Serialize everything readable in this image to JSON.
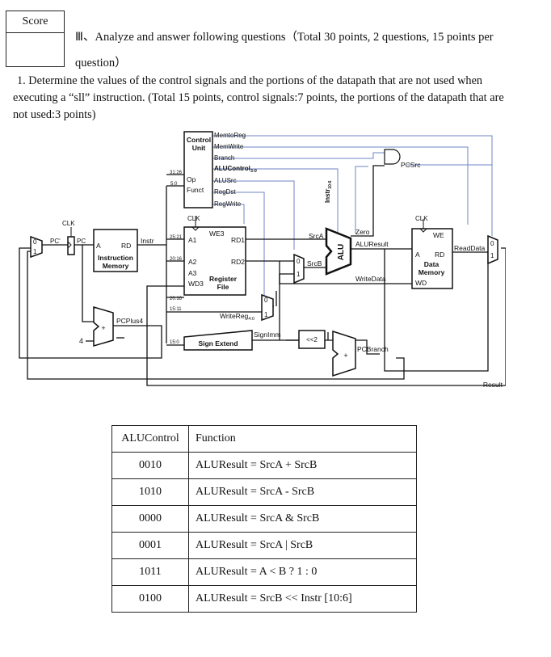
{
  "score": {
    "label": "Score"
  },
  "section": {
    "heading_line1": "Ⅲ、Analyze and answer following questions（Total 30 points, 2 questions, 15 points per",
    "heading_line2": "question）"
  },
  "question1": {
    "line1": "1. Determine the values of the control signals and the portions of the datapath that are not used when",
    "line2": "executing a “sll” instruction. (Total 15 points, control signals:7 points, the portions of the datapath that are",
    "line3": "not used:3 points)"
  },
  "diagram": {
    "control_unit": "Control",
    "control_unit2": "Unit",
    "op": "Op",
    "funct": "Funct",
    "sig_memtoreg": "MemtoReg",
    "sig_memwrite": "MemWrite",
    "sig_branch": "Branch",
    "sig_alucontrol": "ALUControl",
    "sig_alucontrol_sub": "3:0",
    "sig_alusrc": "ALUSrc",
    "sig_regdst": "RegDst",
    "sig_regwrite": "RegWrite",
    "bits_31_26": "31:26",
    "bits_5_0": "5:0",
    "bits_25_21": "25:21",
    "bits_20_16a": "20:16",
    "bits_20_16b": "20:16",
    "bits_15_11": "15:11",
    "bits_15_0": "15:0",
    "clk": "CLK",
    "pc_prime": "PC'",
    "pc": "PC",
    "im_a": "A",
    "im_rd": "RD",
    "im_name1": "Instruction",
    "im_name2": "Memory",
    "instr": "Instr",
    "rf_we3": "WE3",
    "rf_a1": "A1",
    "rf_a2": "A2",
    "rf_a3": "A3",
    "rf_wd3": "WD3",
    "rf_rd1": "RD1",
    "rf_rd2": "RD2",
    "rf_name1": "Register",
    "rf_name2": "File",
    "srca": "SrcA",
    "srcb": "SrcB",
    "alu": "ALU",
    "zero": "Zero",
    "aluresult": "ALUResult",
    "writedata": "WriteData",
    "instr_10_6": "Instr",
    "instr_10_6_sub": "10:6",
    "dm_we": "WE",
    "dm_a": "A",
    "dm_rd": "RD",
    "dm_name1": "Data",
    "dm_name2": "Memory",
    "dm_wd": "WD",
    "readdata": "ReadData",
    "pcsrc": "PCSrc",
    "writereg": "WriteReg",
    "writereg_sub": "4:0",
    "signimm": "SignImm",
    "sign_extend": "Sign Extend",
    "shift2": "<<2",
    "pcplus4": "PCPlus4",
    "four": "4",
    "plus": "+",
    "pcbranch": "PCBranch",
    "result": "Result",
    "mux0": "0",
    "mux1": "1"
  },
  "alu_table": {
    "headers": [
      "ALUControl",
      "Function"
    ],
    "rows": [
      [
        "0010",
        "ALUResult = SrcA + SrcB"
      ],
      [
        "1010",
        "ALUResult = SrcA - SrcB"
      ],
      [
        "0000",
        "ALUResult = SrcA & SrcB"
      ],
      [
        "0001",
        "ALUResult = SrcA | SrcB"
      ],
      [
        "1011",
        "ALUResult = A < B ? 1 : 0"
      ],
      [
        "0100",
        "ALUResult = SrcB << Instr [10:6]"
      ]
    ]
  },
  "colors": {
    "control_line": "#6f86c4",
    "wire": "#111111"
  }
}
